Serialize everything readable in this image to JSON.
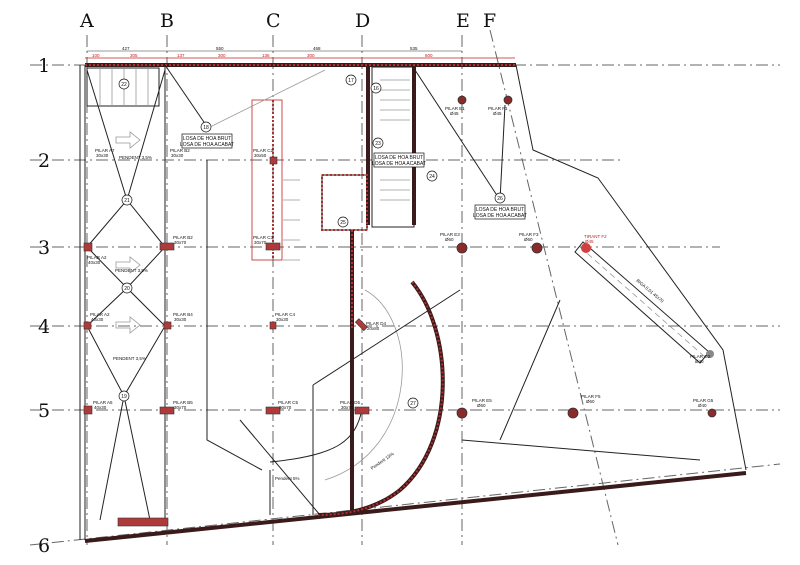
{
  "grid": {
    "columns": [
      "A",
      "B",
      "C",
      "D",
      "E",
      "F"
    ],
    "rows": [
      "1",
      "2",
      "3",
      "4",
      "5",
      "6"
    ]
  },
  "dimensions_top": [
    "427",
    "550",
    "468",
    "535"
  ],
  "dimensions_top_red": [
    "100",
    "305",
    "137",
    "300",
    "136",
    "300",
    "600"
  ],
  "slopes": [
    "PENDENT 3,5%",
    "PENDENT 3,5%",
    "PENDENT 3,5%"
  ],
  "ramp_labels": [
    "Pendent 5%",
    "Pendent 13%"
  ],
  "pillars": {
    "A2": [
      "PILAR A7",
      "30x30"
    ],
    "B2": [
      "PILAR B2",
      "30x30"
    ],
    "C2": [
      "PILAR C2",
      "30x50"
    ],
    "B3": [
      "PILAR B2",
      "30x70"
    ],
    "A3": [
      "PILAR A2",
      "40x30"
    ],
    "C3": [
      "PILAR C3",
      "30x70"
    ],
    "A4": [
      "PILAR A2",
      "40x30"
    ],
    "B4": [
      "PILAR B4",
      "30x30"
    ],
    "C4": [
      "PILAR C4",
      "30x30"
    ],
    "D4": [
      "PILAR D4",
      "20x80"
    ],
    "A5": [
      "PILAR A5",
      "40x30"
    ],
    "B5": [
      "PILAR B5",
      "30x70"
    ],
    "C5": [
      "PILAR C5",
      "30x70"
    ],
    "D5": [
      "PILAR D5",
      "30x70"
    ],
    "E1": [
      "PILAR E1",
      "Ø45"
    ],
    "F1": [
      "PILAR F1",
      "Ø45"
    ],
    "E3": [
      "PILAR E3",
      "Ø60"
    ],
    "F3": [
      "PILAR F3",
      "Ø60"
    ],
    "E5": [
      "PILAR E5",
      "Ø60"
    ],
    "F5": [
      "PILAR F5",
      "Ø60"
    ],
    "G5": [
      "PILAR G5",
      "Ø40"
    ],
    "G2": [
      "PILAR G2",
      "Ø40"
    ]
  },
  "tirant": [
    "TIRANT F2",
    "Ø45"
  ],
  "beam": "BIGA 0.01 45x70",
  "markers": [
    "22",
    "21",
    "20",
    "19",
    "18",
    "17",
    "16",
    "23",
    "24",
    "25",
    "26",
    "27"
  ],
  "tags": [
    "LOSA DE HOA BRUT",
    "LOSA DE HOA ACABAT"
  ],
  "colors": {
    "wall": "#3a1a1a",
    "accent": "#c02020",
    "grid": "#666666"
  }
}
